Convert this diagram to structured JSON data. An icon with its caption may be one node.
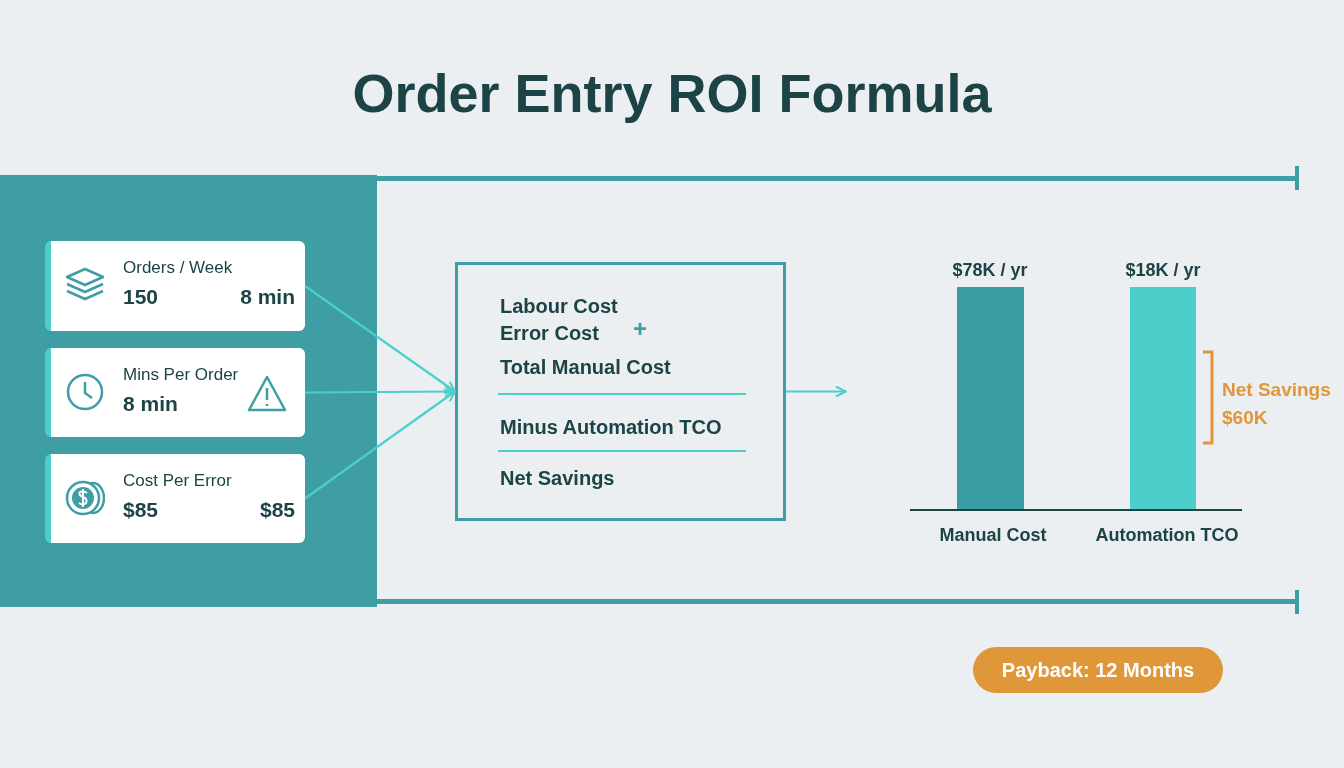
{
  "diagram": {
    "title": "Order Entry ROI Formula",
    "nodes": [
      {
        "text": [
          "Orders / Week",
          "150",
          "8 min"
        ]
      },
      {
        "text": [
          "Mins Per Order",
          "8 min"
        ]
      },
      {
        "text": [
          "Cost Per Error",
          "$85",
          "$85"
        ]
      },
      {
        "text": [
          "Labour Cost",
          "Error Cost",
          "+",
          "Total Manual Cost",
          "Minus Automation TCO",
          "Net Savings"
        ]
      },
      {
        "text": [
          "Payback: 12 Months"
        ]
      }
    ],
    "edges": [
      {
        "from": 0,
        "to": 3,
        "arrow": "to"
      },
      {
        "from": 1,
        "to": 3,
        "arrow": "to"
      },
      {
        "from": 2,
        "to": 3,
        "arrow": "to"
      },
      {
        "from": 3,
        "to": null,
        "arrow": "to"
      }
    ],
    "labels": [
      "$78K / yr",
      "$18K / yr",
      "Net Savings $60K",
      "Manual Cost",
      "Automation TCO"
    ]
  }
}
